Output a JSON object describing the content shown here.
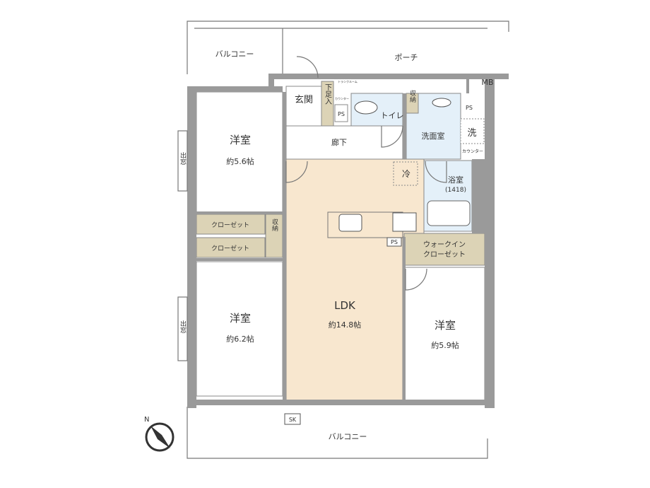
{
  "colors": {
    "wall": "#9a9a9a",
    "ldk": "#f8e7cf",
    "wet": "#e4f0f9",
    "storage": "#dcd3b6",
    "room": "#ffffff"
  },
  "rooms": {
    "balcony_top": "バルコニー",
    "porch": "ポーチ",
    "mb": "MB",
    "genkan": "玄関",
    "shoe_storage": "下足入",
    "trunk_room": "トランクルーム",
    "counter_toilet": "カウンター",
    "ps_toilet": "PS",
    "toilet": "トイレ",
    "storage_wash": "収納",
    "ps_wash": "PS",
    "washroom": "洗面室",
    "washer": "洗",
    "counter_wash": "カウンター",
    "hallway": "廊下",
    "fridge": "冷",
    "bath": "浴室",
    "bath_size": "(1418)",
    "bedroom1": "洋室",
    "bedroom1_size": "約5.6帖",
    "bay1": "出窓",
    "closet1": "クローゼット",
    "closet2": "クローゼット",
    "storage_mid": "収納",
    "bedroom2": "洋室",
    "bedroom2_size": "約6.2帖",
    "bay2": "出窓",
    "ldk": "LDK",
    "ldk_size": "約14.8帖",
    "ps_kitchen": "PS",
    "wic_line1": "ウォークイン",
    "wic_line2": "クローゼット",
    "bedroom3": "洋室",
    "bedroom3_size": "約5.9帖",
    "sk": "SK",
    "balcony_bottom": "バルコニー"
  },
  "compass": {
    "label": "N",
    "icon": "north-arrow-icon"
  }
}
